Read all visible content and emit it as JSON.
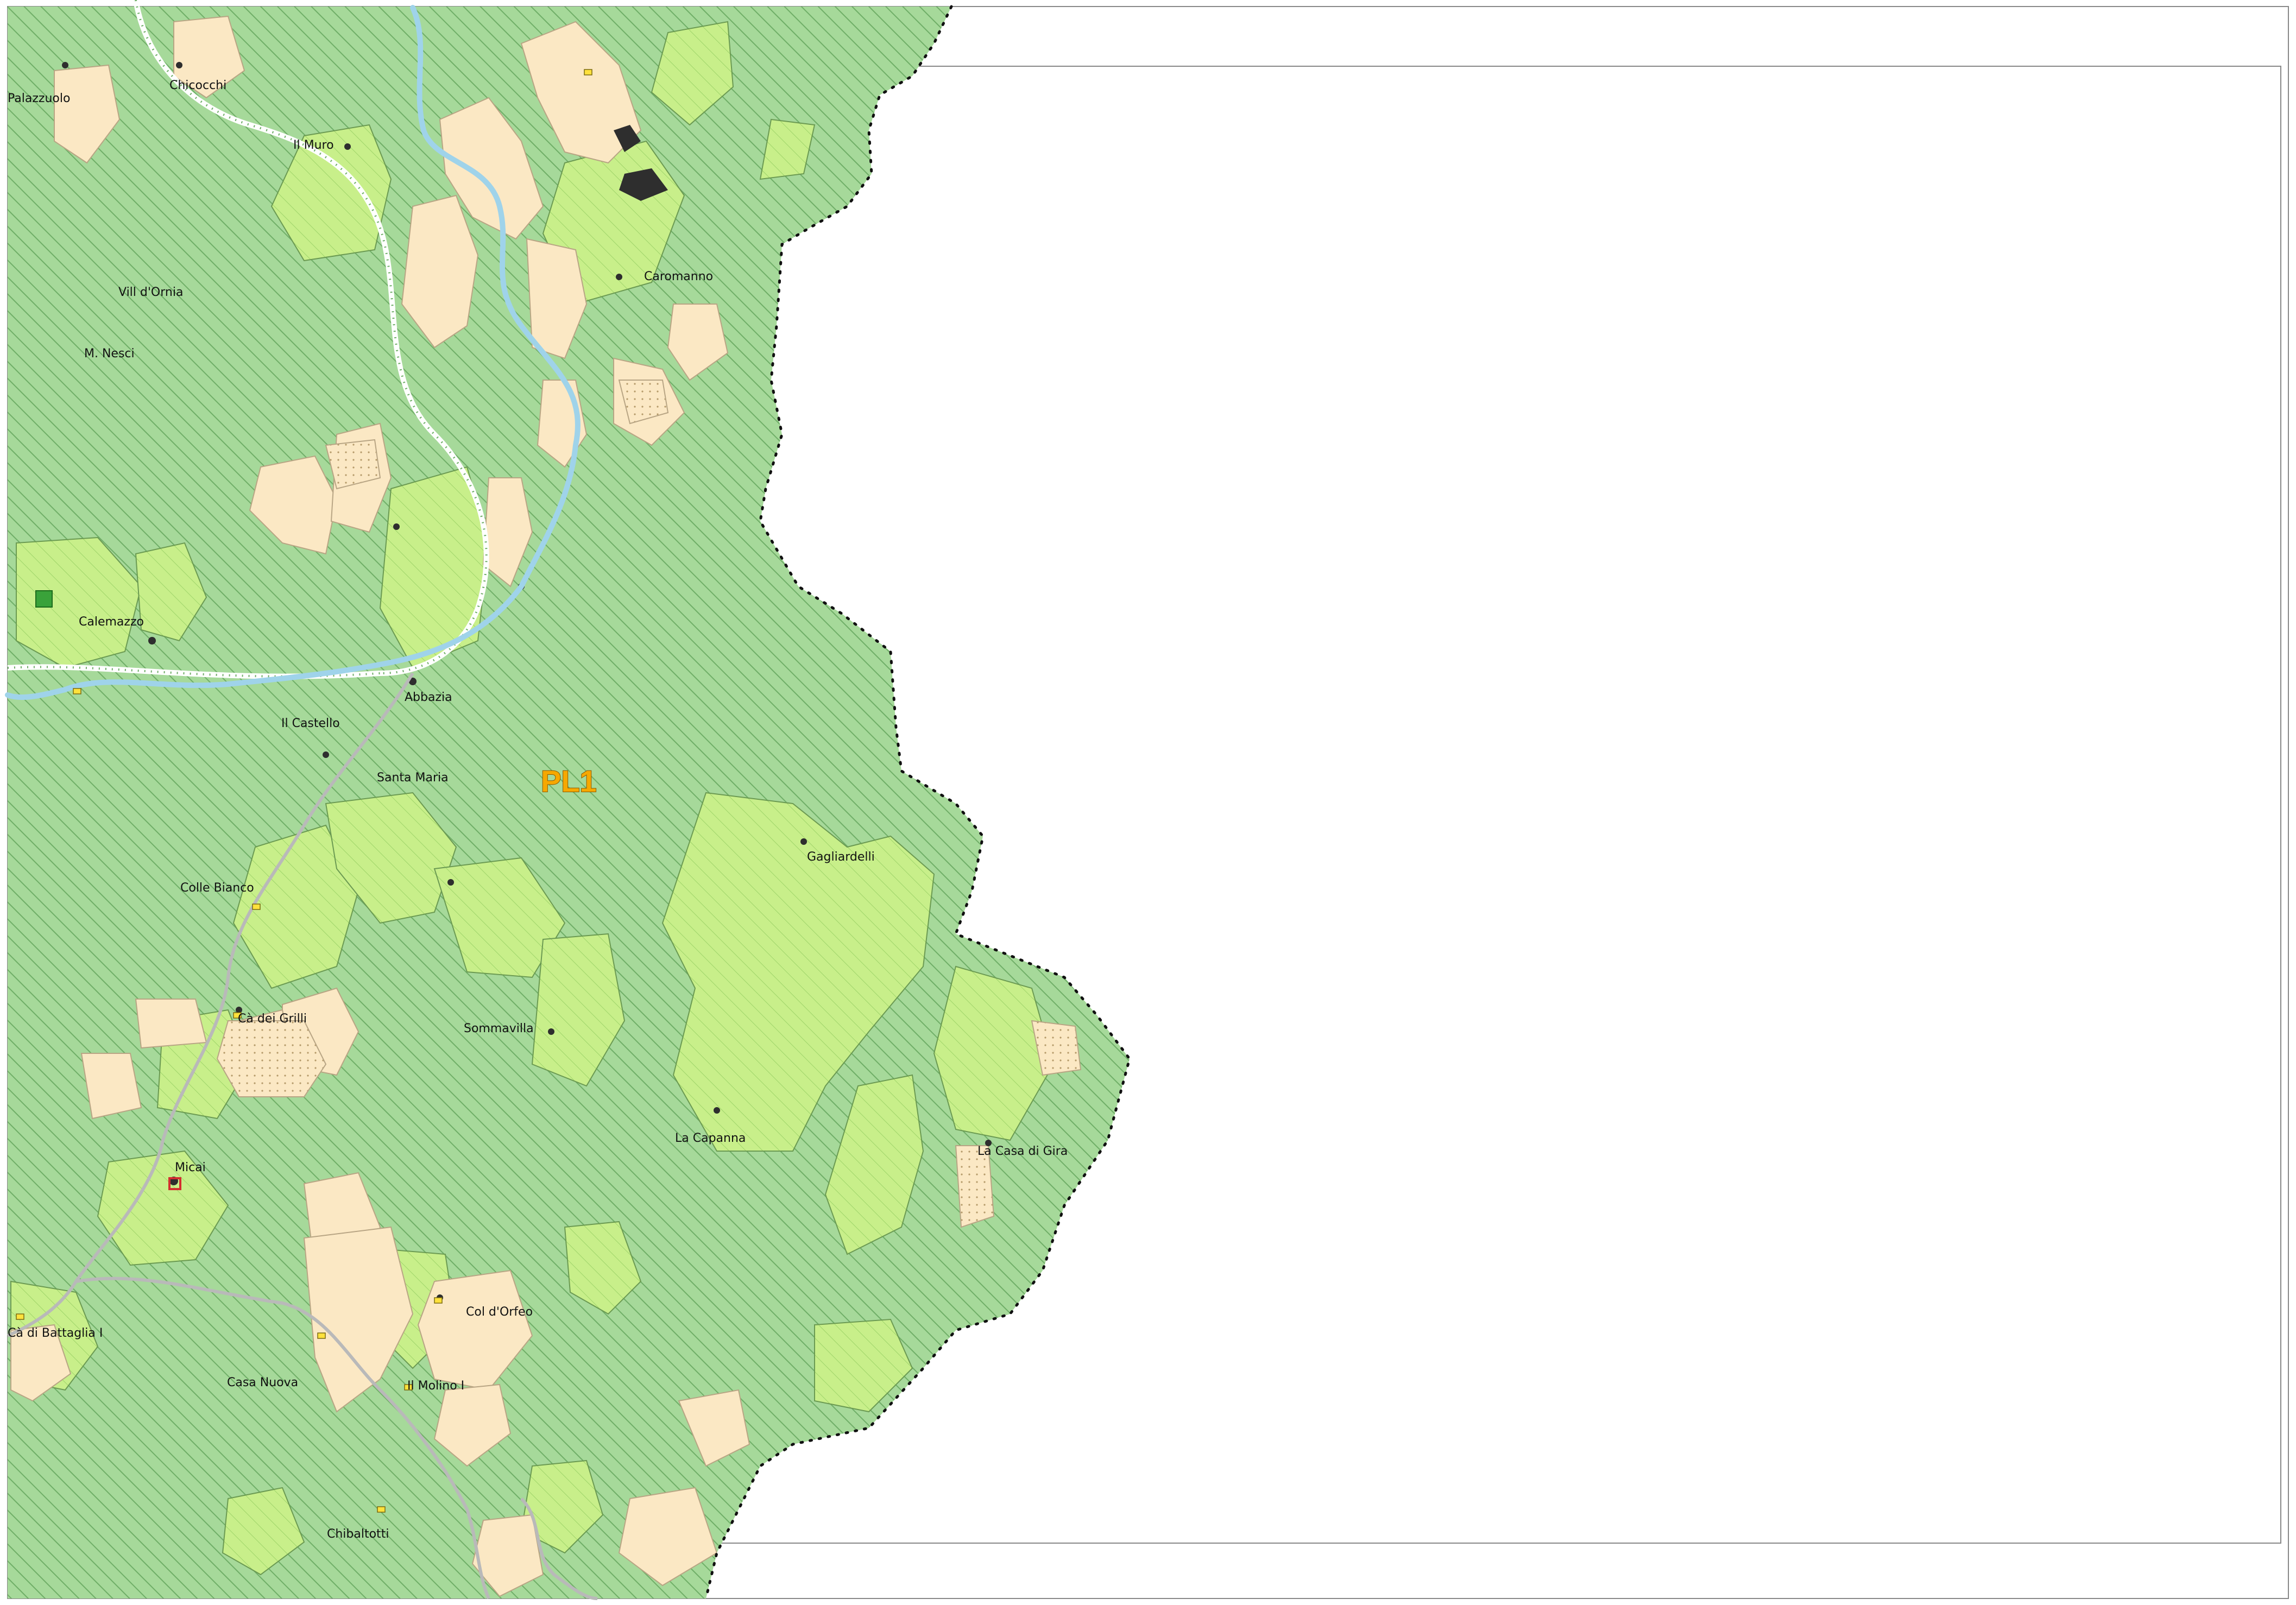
{
  "map": {
    "zone_label": "PL1",
    "colors": {
      "forest": "#a6d99a",
      "forest_hatch": "#6fae67",
      "meadow": "#c8ef8a",
      "field": "#fbe8c4",
      "river": "#9fd3ea",
      "road": "#b9b9b9",
      "boundary": "#111111",
      "building": "#2e2e2e",
      "zone_text": "#f6a800"
    },
    "places": [
      {
        "name": "Palazzuolo"
      },
      {
        "name": "Chicocchi"
      },
      {
        "name": "Il Muro"
      },
      {
        "name": "Caromanno"
      },
      {
        "name": "Vill d'Ornia"
      },
      {
        "name": "M. Nesci"
      },
      {
        "name": "Calemazzo"
      },
      {
        "name": "Abbazia"
      },
      {
        "name": "Il Castello"
      },
      {
        "name": "Santa Maria"
      },
      {
        "name": "Gagliardelli"
      },
      {
        "name": "Colle Bianco"
      },
      {
        "name": "Cà dei Grilli"
      },
      {
        "name": "Sommavilla"
      },
      {
        "name": "La Capanna"
      },
      {
        "name": "La Casa di Gira"
      },
      {
        "name": "Micai"
      },
      {
        "name": "Col d'Orfeo"
      },
      {
        "name": "Cà di Battaglia I"
      },
      {
        "name": "Casa Nuova"
      },
      {
        "name": "Il Molino I"
      },
      {
        "name": "Chibaltotti"
      }
    ]
  }
}
